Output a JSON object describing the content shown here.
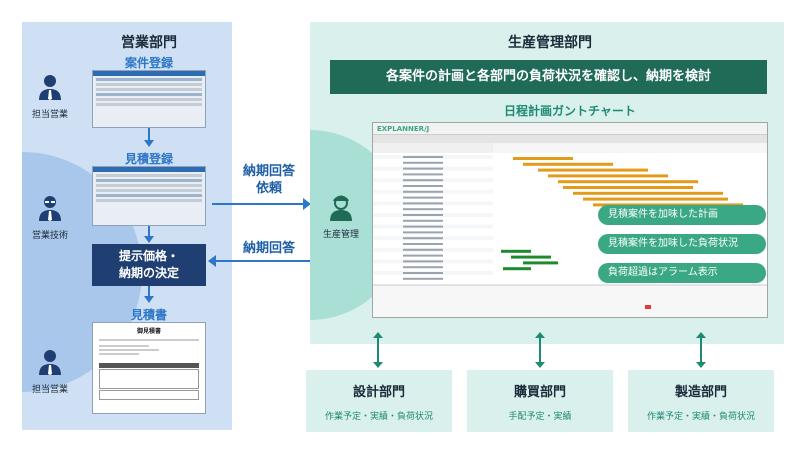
{
  "sales": {
    "title": "営業部門",
    "case_registration": "案件登録",
    "estimate_registration": "見積登録",
    "decision": "提示価格・\n納期の決定",
    "estimate_doc": "見積書",
    "doc_header": "御見積書",
    "roles": [
      "担当営業",
      "営業技術",
      "担当営業"
    ]
  },
  "middle": {
    "request_label": "納期回答\n依頼",
    "answer_label": "納期回答"
  },
  "production": {
    "title": "生産管理部門",
    "banner": "各案件の計画と各部門の負荷状況を確認し、納期を検討",
    "role": "生産管理",
    "gantt_title": "日程計画ガントチャート",
    "app_name": "EXPLANNER/J",
    "pills": [
      "見積案件を加味した計画",
      "見積案件を加味した負荷状況",
      "負荷超過はアラーム表示"
    ]
  },
  "departments": [
    {
      "name": "設計部門",
      "sub": "作業予定・実績・負荷状況"
    },
    {
      "name": "購買部門",
      "sub": "手配予定・実績"
    },
    {
      "name": "製造部門",
      "sub": "作業予定・実績・負荷状況"
    }
  ],
  "colors": {
    "sales_bg": "#cfe0f4",
    "prod_bg": "#d9f0ec",
    "banner": "#1f6b57",
    "accent_blue": "#2d76c8",
    "accent_green": "#3aa884"
  }
}
